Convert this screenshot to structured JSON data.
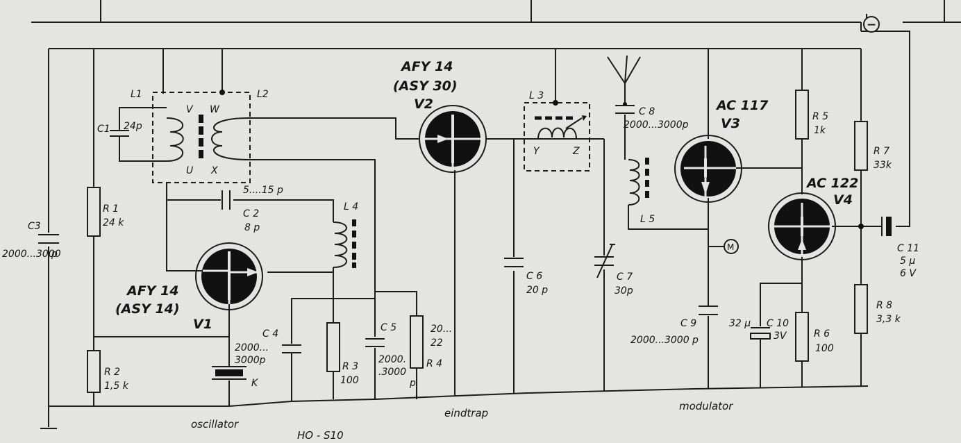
{
  "colors": {
    "paper": "#e4e4e2",
    "ink": "#1a1a1a"
  },
  "transistors": {
    "v1": {
      "type": "AFY 14",
      "alt": "(ASY 14)",
      "ref": "V1"
    },
    "v2": {
      "type": "AFY 14",
      "alt": "(ASY 30)",
      "ref": "V2"
    },
    "v3": {
      "type": "AC 117",
      "ref": "V3"
    },
    "v4": {
      "type": "AC 122",
      "ref": "V4"
    }
  },
  "components": {
    "c1": {
      "ref": "C1",
      "value": "24p"
    },
    "c2": {
      "ref": "C 2",
      "range": "5....15 p",
      "value": "8 p"
    },
    "c3": {
      "ref": "C3",
      "value": "2000...3000",
      "unit": "p"
    },
    "c4": {
      "ref": "C 4",
      "value1": "2000...",
      "value2": "3000p"
    },
    "c5": {
      "ref": "C 5",
      "value1": "2000.",
      "value2": ".3000",
      "unit": "p"
    },
    "c6": {
      "ref": "C 6",
      "value": "20 p"
    },
    "c7": {
      "ref": "C 7",
      "value": "30p"
    },
    "c8": {
      "ref": "C 8",
      "value": "2000...3000p"
    },
    "c9": {
      "ref": "C 9",
      "value": "2000...3000 p"
    },
    "c10": {
      "ref": "C 10",
      "value": "3V",
      "extra": "32 µ"
    },
    "c11": {
      "ref": "C 11",
      "value1": "5 µ",
      "value2": "6 V"
    },
    "r1": {
      "ref": "R 1",
      "value": "24 k"
    },
    "r2": {
      "ref": "R 2",
      "value": "1,5 k"
    },
    "r3": {
      "ref": "R 3",
      "value": "100"
    },
    "r4": {
      "ref": "R 4",
      "value1": "20...",
      "value2": "22"
    },
    "r5": {
      "ref": "R 5",
      "value": "1k"
    },
    "r6": {
      "ref": "R 6",
      "value": "100"
    },
    "r7": {
      "ref": "R 7",
      "value": "33k"
    },
    "r8": {
      "ref": "R 8",
      "value": "3,3 k"
    },
    "l1": {
      "ref": "L1"
    },
    "l2": {
      "ref": "L2"
    },
    "l3": {
      "ref": "L 3"
    },
    "l4": {
      "ref": "L 4"
    },
    "l5": {
      "ref": "L 5"
    }
  },
  "coil_terminals": {
    "v": "V",
    "w": "W",
    "u": "U",
    "x": "X",
    "y": "Y",
    "z": "Z"
  },
  "crystal": {
    "ref": "K"
  },
  "meter": {
    "symbol": "M"
  },
  "supply": {
    "symbol": "−"
  },
  "sections": {
    "oscillator": "oscillator",
    "eindtrap": "eindtrap",
    "modulator": "modulator"
  },
  "figure_code": "HO - S10"
}
